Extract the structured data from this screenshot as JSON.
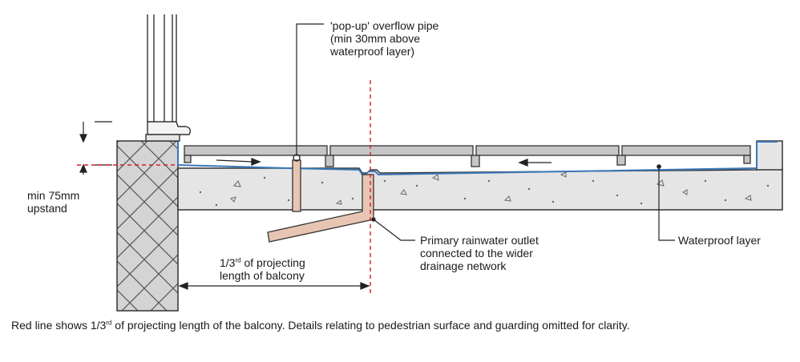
{
  "labels": {
    "overflow_pipe": {
      "line1": "'pop-up' overflow pipe",
      "line2": "(min 30mm above",
      "line3": "waterproof layer)"
    },
    "upstand": {
      "line1": "min 75mm",
      "line2": "upstand"
    },
    "projection": {
      "line1_pre": "1/3",
      "line1_sup": "rd",
      "line1_post": " of projecting",
      "line2": "length of balcony"
    },
    "outlet": {
      "line1": "Primary rainwater outlet",
      "line2": "connected to the wider",
      "line3": "drainage network"
    },
    "waterproof": "Waterproof layer"
  },
  "caption": {
    "pre": "Red line shows 1/3",
    "sup": "rd",
    "post": " of projecting length of the balcony. Details relating to pedestrian surface and guarding omitted for clarity."
  },
  "colors": {
    "red_line": "#d0202a",
    "waterproof_layer": "#3b78b8",
    "pipe_fill": "#e8c5b3",
    "concrete": "#e4e4e4",
    "deck": "#c8c8c8",
    "wall_hatch": "#cfcfcf",
    "ink": "#1a1a1a"
  }
}
